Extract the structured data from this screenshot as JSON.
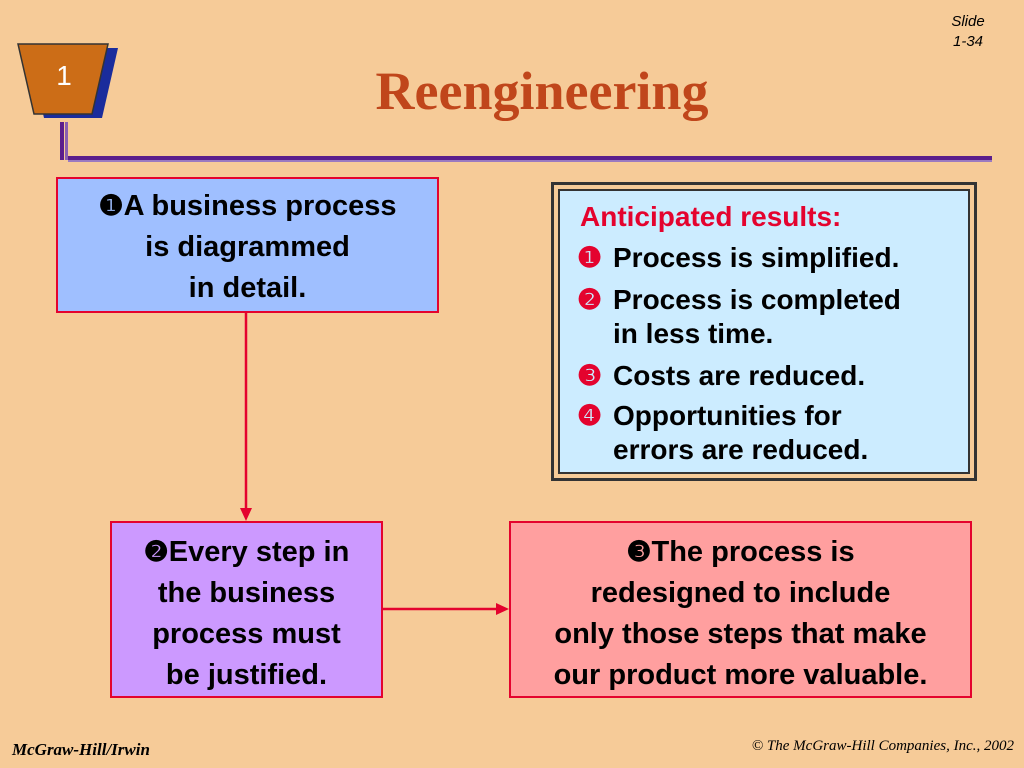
{
  "slide": {
    "label": "Slide",
    "number": "1-34"
  },
  "chapter_badge": {
    "text": "1"
  },
  "title": "Reengineering",
  "box1": {
    "bullet": "❶",
    "lines": [
      "A business process",
      "is diagrammed",
      "in detail."
    ]
  },
  "box2": {
    "bullet": "❷",
    "lines": [
      "Every step in",
      "the business",
      "process must",
      "be justified."
    ]
  },
  "box3": {
    "bullet": "❸",
    "lines": [
      "The process is",
      "redesigned to include",
      "only those steps that make",
      "our product more valuable."
    ]
  },
  "results": {
    "heading": "Anticipated results:",
    "items": [
      {
        "num": "❶",
        "lines": [
          "Process is simplified."
        ]
      },
      {
        "num": "❷",
        "lines": [
          "Process is completed",
          "in less time."
        ]
      },
      {
        "num": "❸",
        "lines": [
          "Costs are reduced."
        ]
      },
      {
        "num": "❹",
        "lines": [
          "Opportunities for",
          "errors are reduced."
        ]
      }
    ]
  },
  "footer": {
    "left": "McGraw-Hill/Irwin",
    "right": "© The McGraw-Hill Companies, Inc., 2002"
  },
  "colors": {
    "background": "#F6CB98",
    "title": "#C0461B",
    "accent_red": "#E4032E",
    "box1": "#9FBFFF",
    "box2": "#CC99FF",
    "box3": "#FF9F9F",
    "results_bg": "#CCECFF",
    "rule": "#5B1E8C",
    "badge_orange": "#CC6D17",
    "badge_navy": "#1A2C9C"
  }
}
